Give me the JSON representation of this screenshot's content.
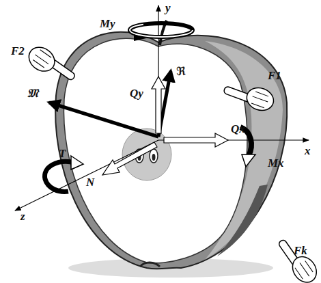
{
  "diagram": {
    "labels": [
      "y",
      "My",
      "F2",
      "F1",
      "𝔐",
      "ℜ",
      "Qy",
      "x",
      "Qx",
      "Mx",
      "T",
      "N",
      "z",
      "Fk"
    ]
  }
}
